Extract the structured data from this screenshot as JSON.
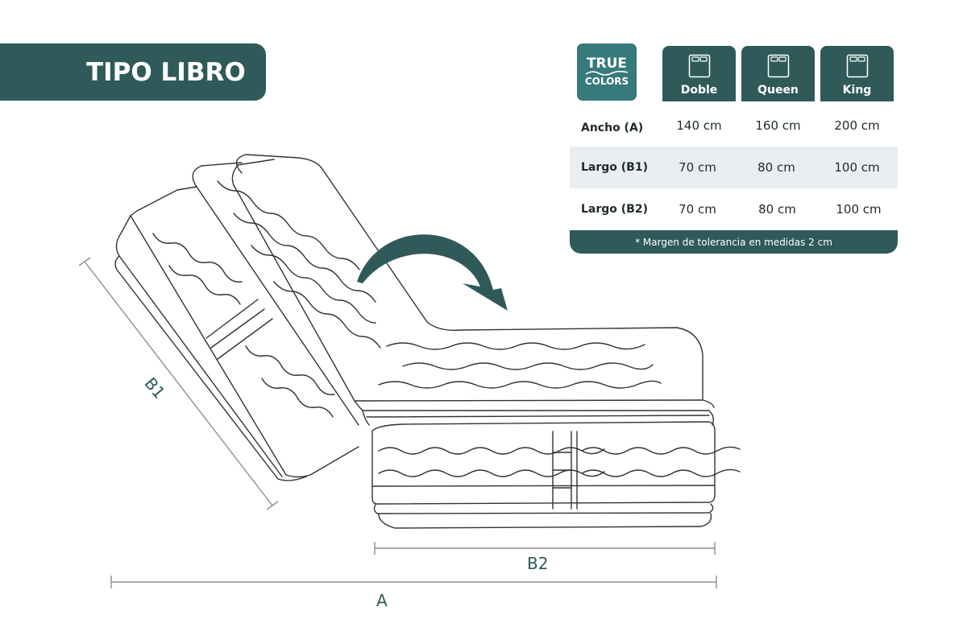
{
  "banner": {
    "title": "TIPO LIBRO"
  },
  "logo": {
    "line1": "TRUE",
    "line2": "COLORS"
  },
  "table": {
    "columns": [
      "Doble",
      "Queen",
      "King"
    ],
    "rows": [
      {
        "label": "Ancho (A)",
        "values": [
          "140 cm",
          "160 cm",
          "200 cm"
        ]
      },
      {
        "label": "Largo (B1)",
        "values": [
          "70 cm",
          "80 cm",
          "100 cm"
        ]
      },
      {
        "label": "Largo (B2)",
        "values": [
          "70 cm",
          "80 cm",
          "100 cm"
        ]
      }
    ],
    "note": "* Margen de tolerancia en medidas 2 cm"
  },
  "dimensions": {
    "b1": "B1",
    "b2": "B2",
    "a": "A"
  },
  "colors": {
    "brand": "#2f5a59",
    "accent": "#367a7b",
    "row_shade": "#e9eff0"
  }
}
